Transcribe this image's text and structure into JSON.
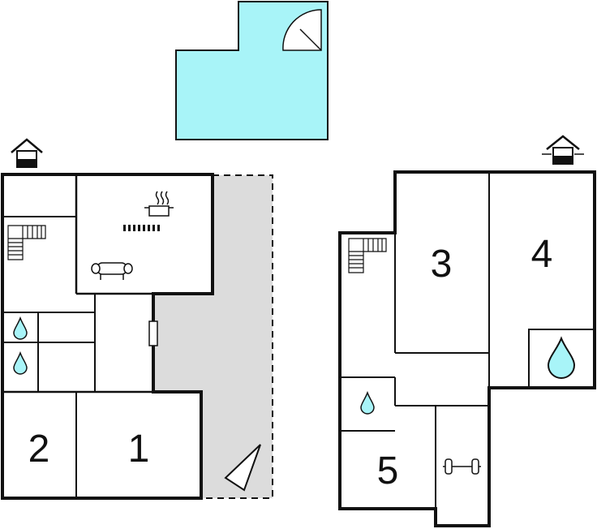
{
  "floor_plan": {
    "ground_floor": {
      "rooms": [
        {
          "id": "1",
          "label": "1"
        },
        {
          "id": "2",
          "label": "2"
        }
      ],
      "icons": [
        "entrance-icon",
        "stairs-icon",
        "kitchen-pot-icon",
        "stove-icon",
        "sofa-icon",
        "shower-drop-icon",
        "shower-drop-icon",
        "door-icon",
        "sun-lounger-icon"
      ]
    },
    "upper_floor": {
      "rooms": [
        {
          "id": "3",
          "label": "3"
        },
        {
          "id": "4",
          "label": "4"
        },
        {
          "id": "5",
          "label": "5"
        }
      ],
      "icons": [
        "entrance-icon",
        "stairs-icon",
        "shower-drop-icon",
        "bath-drop-icon",
        "dumbbell-icon"
      ]
    },
    "pool": {
      "shape": "L-shaped",
      "has_ladder": true
    },
    "colors": {
      "wall": "#111111",
      "pool": "#a8f4f8",
      "terrace": "#dcdcdc",
      "water_drop": "#a8f4f8"
    }
  }
}
